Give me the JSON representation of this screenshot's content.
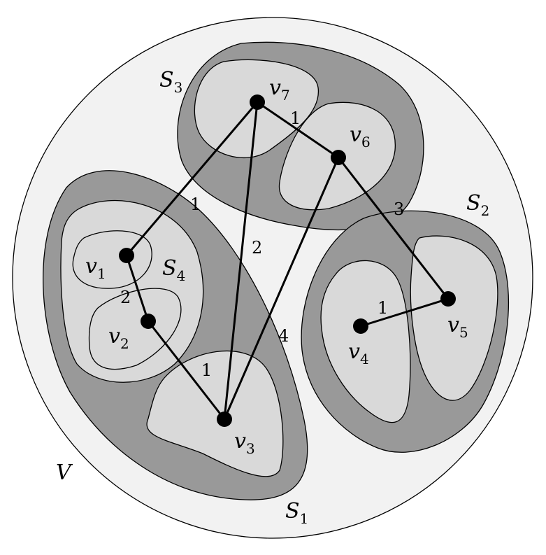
{
  "universe": {
    "label": "V"
  },
  "sets": [
    {
      "id": "S1",
      "name": "S",
      "sub": "1"
    },
    {
      "id": "S2",
      "name": "S",
      "sub": "2"
    },
    {
      "id": "S3",
      "name": "S",
      "sub": "3"
    },
    {
      "id": "S4",
      "name": "S",
      "sub": "4"
    }
  ],
  "vertices": [
    {
      "id": "v1",
      "name": "v",
      "sub": "1"
    },
    {
      "id": "v2",
      "name": "v",
      "sub": "2"
    },
    {
      "id": "v3",
      "name": "v",
      "sub": "3"
    },
    {
      "id": "v4",
      "name": "v",
      "sub": "4"
    },
    {
      "id": "v5",
      "name": "v",
      "sub": "5"
    },
    {
      "id": "v6",
      "name": "v",
      "sub": "6"
    },
    {
      "id": "v7",
      "name": "v",
      "sub": "7"
    }
  ],
  "edges": [
    {
      "from": "v7",
      "to": "v1",
      "weight": "1"
    },
    {
      "from": "v7",
      "to": "v6",
      "weight": "1"
    },
    {
      "from": "v7",
      "to": "v3",
      "weight": "2"
    },
    {
      "from": "v6",
      "to": "v5",
      "weight": "3"
    },
    {
      "from": "v6",
      "to": "v3",
      "weight": "4"
    },
    {
      "from": "v1",
      "to": "v2",
      "weight": "2"
    },
    {
      "from": "v2",
      "to": "v3",
      "weight": "1"
    },
    {
      "from": "v4",
      "to": "v5",
      "weight": "1"
    }
  ]
}
